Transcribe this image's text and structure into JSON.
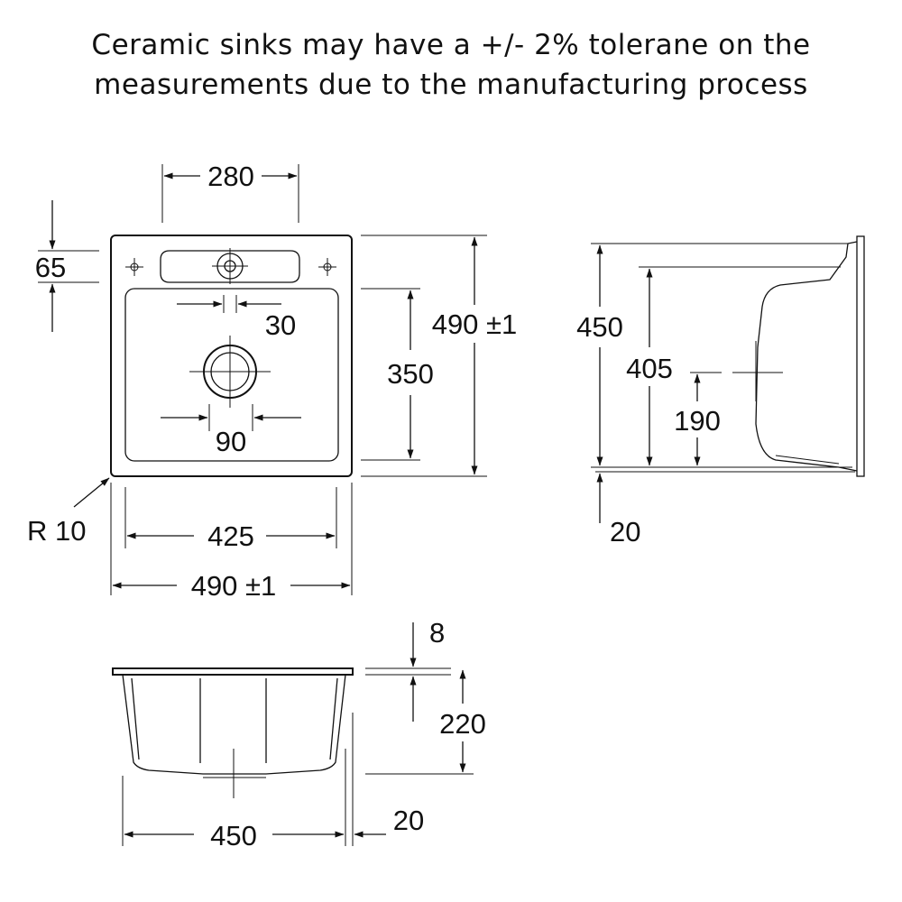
{
  "note": {
    "line1": "Ceramic sinks may have a +/- 2% tolerane on the",
    "line2": "measurements due to the manufacturing process"
  },
  "plan_view": {
    "dim_280": "280",
    "dim_65": "65",
    "dim_30": "30",
    "dim_90": "90",
    "dim_350": "350",
    "dim_490_height": "490 ±1",
    "radius": "R 10",
    "dim_425": "425",
    "dim_490_width": "490 ±1"
  },
  "side_view": {
    "dim_450": "450",
    "dim_405": "405",
    "dim_190": "190",
    "dim_20": "20"
  },
  "front_view": {
    "dim_8": "8",
    "dim_220": "220",
    "dim_450": "450",
    "dim_20": "20"
  }
}
